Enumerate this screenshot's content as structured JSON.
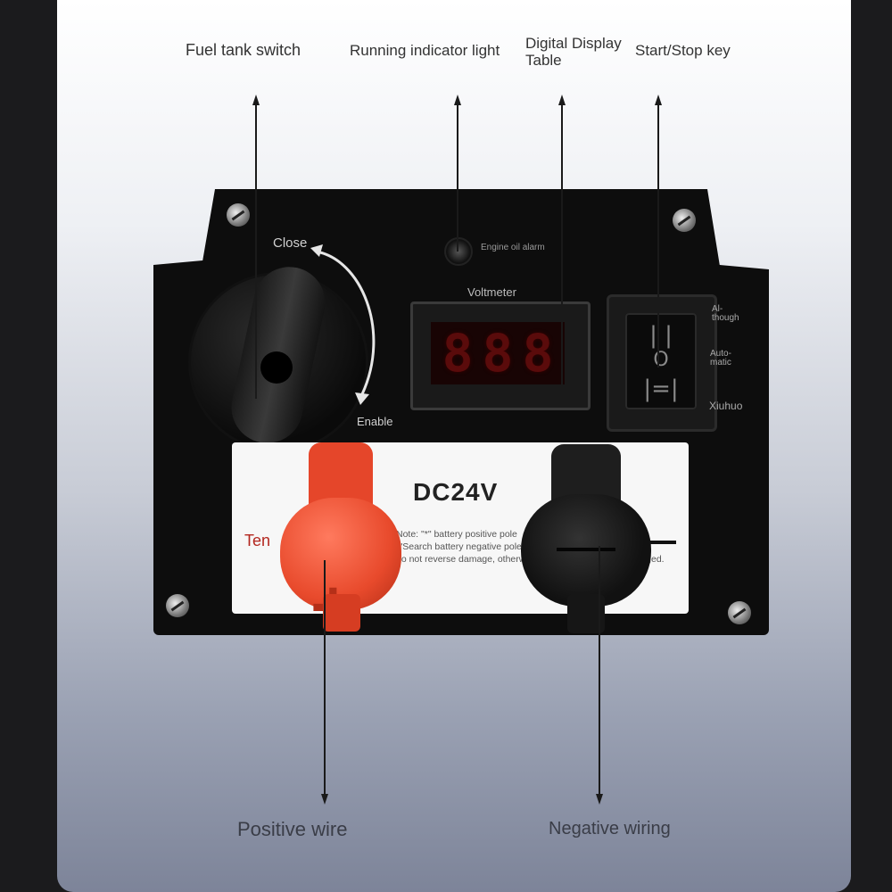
{
  "labels": {
    "fuel_tank_switch": "Fuel tank switch",
    "running_indicator_light": "Running indicator light",
    "digital_display_table": "Digital Display\nTable",
    "start_stop_key": "Start/Stop key",
    "positive_wire": "Positive wire",
    "negative_wiring": "Negative wiring"
  },
  "panel": {
    "knob_close": "Close",
    "knob_enable": "Enable",
    "engine_oil_alarm": "Engine oil alarm",
    "voltmeter": "Voltmeter",
    "meter_digits": [
      "8",
      "8",
      "8"
    ],
    "switch_positions": {
      "top": "Al-\nthough",
      "middle": "Auto-\nmatic",
      "bottom": "Xiuhuo"
    },
    "switch_symbols": {
      "top": "| |",
      "middle": "O",
      "bottom": "|=|"
    },
    "plate_title": "DC24V",
    "plate_left_mark": "Ten",
    "plate_note": "Note: \"*\" battery positive pole\n  ·\"Search battery negative pole\n  do not reverse damage, otherwise the machine will be damaged."
  },
  "colors": {
    "positive_terminal": "#e84a2c",
    "negative_terminal": "#111111",
    "panel": "#0d0d0d",
    "meter_digits": "#5a0b0b"
  },
  "icons": {
    "positive": "plus-icon",
    "negative": "minus-icon"
  }
}
